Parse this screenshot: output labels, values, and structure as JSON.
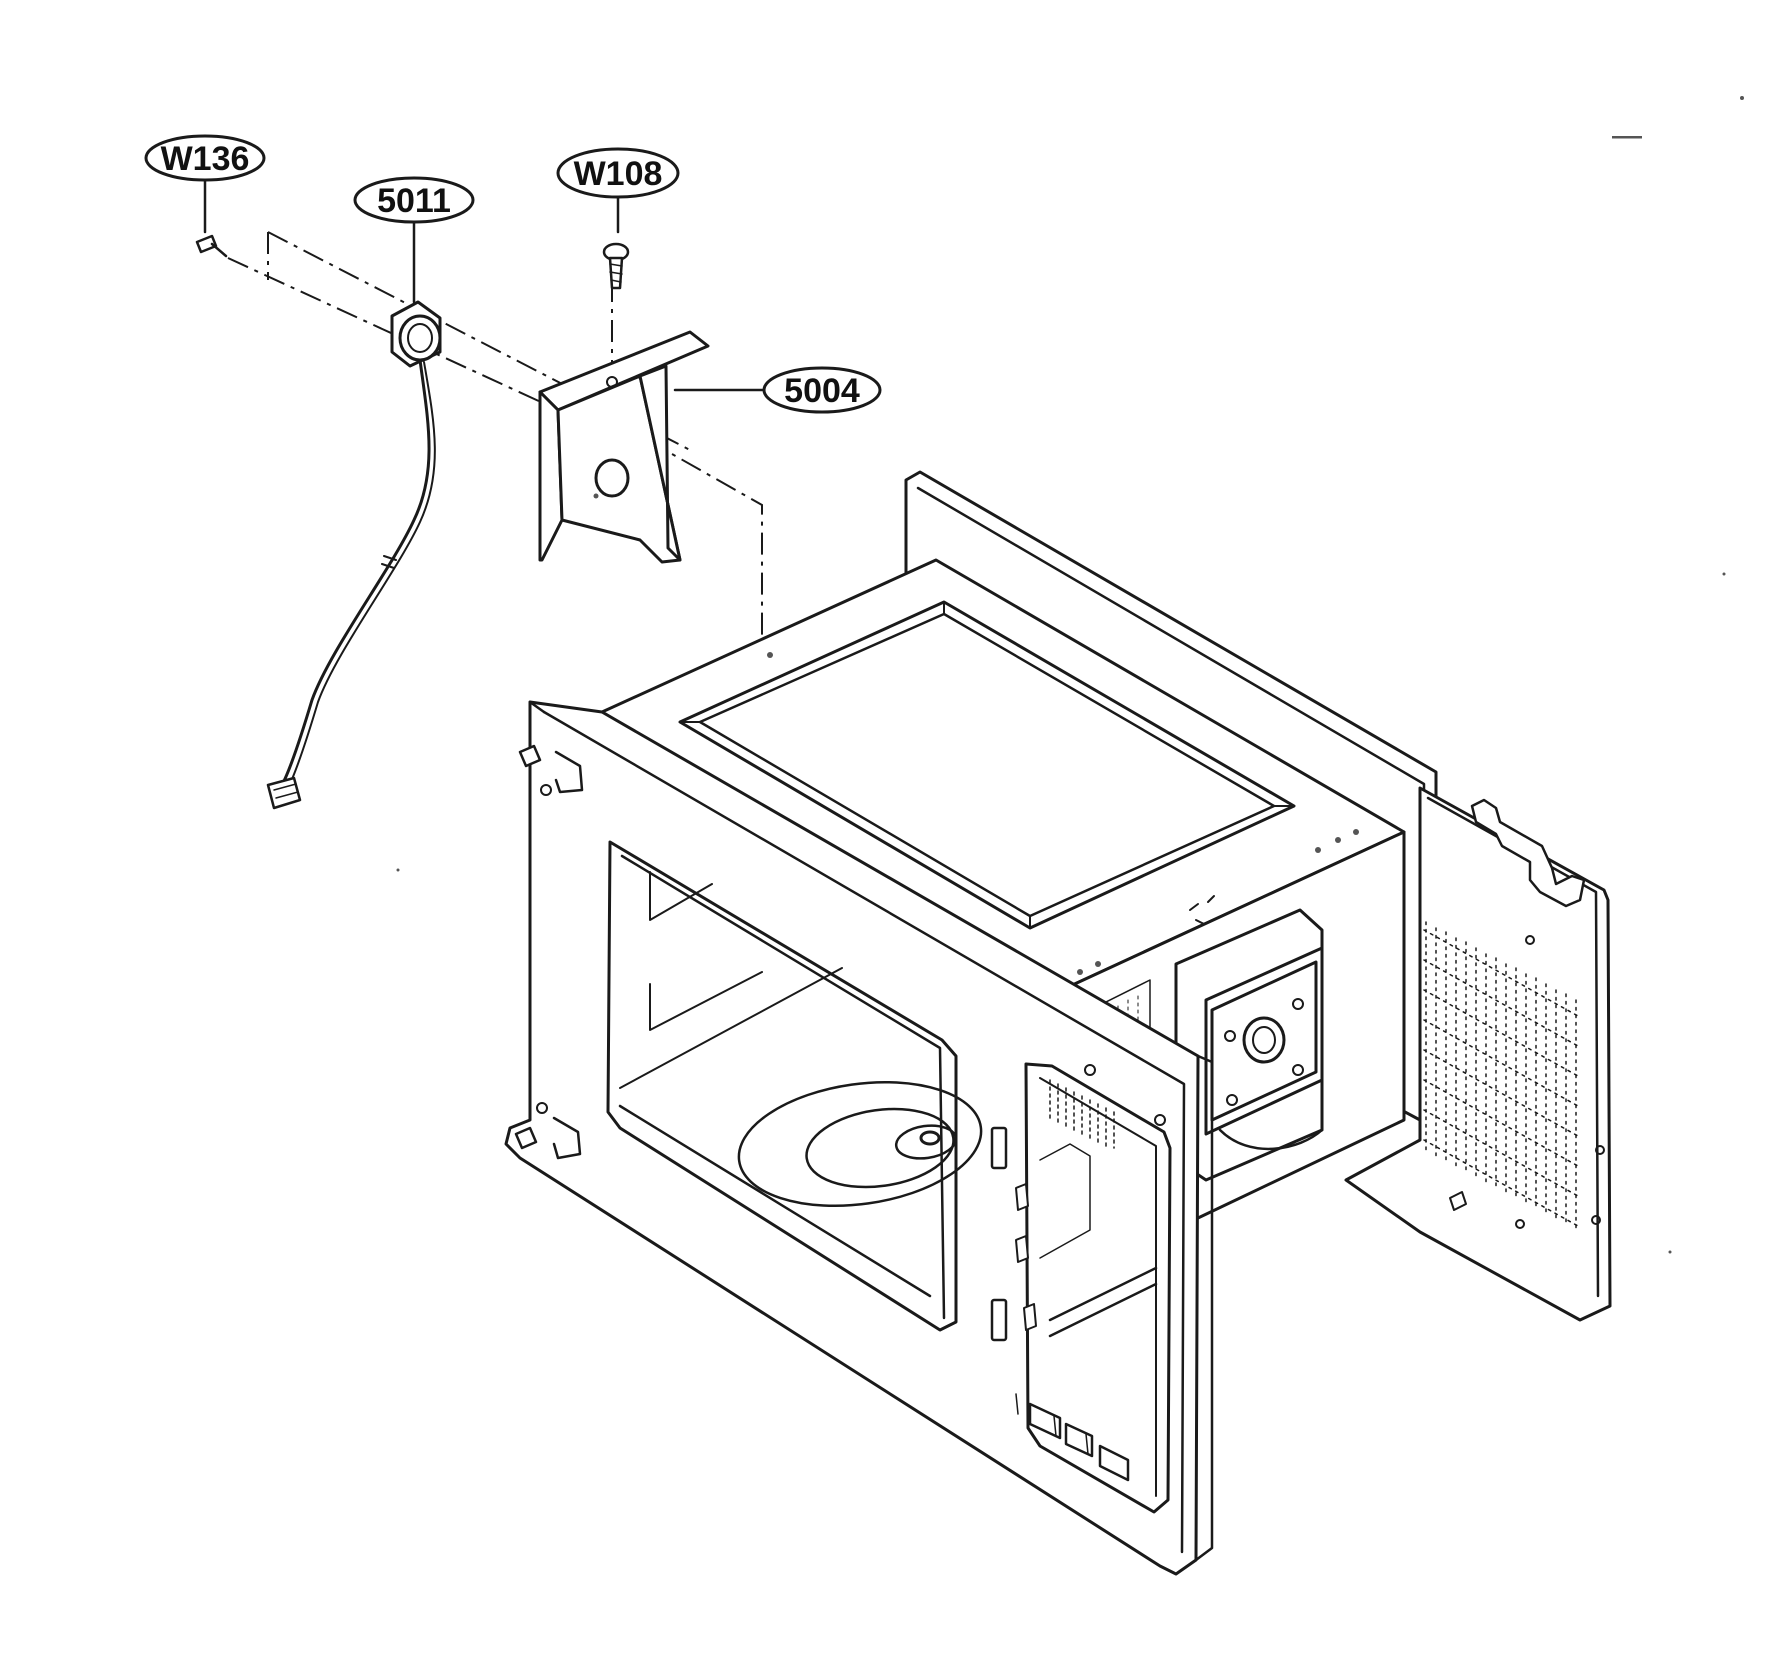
{
  "callouts": {
    "w136": "W136",
    "c5011": "5011",
    "w108": "W108",
    "c5004": "5004"
  },
  "colors": {
    "ink": "#1a1a1a",
    "background": "#ffffff"
  }
}
